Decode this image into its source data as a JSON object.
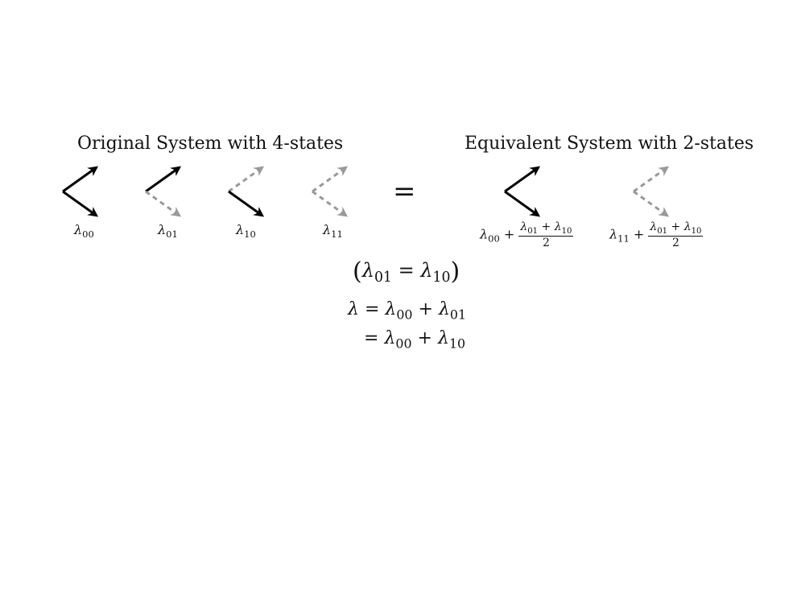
{
  "titles": {
    "left": "Original System with 4-states",
    "right": "Equivalent System with 2-states"
  },
  "colors": {
    "solid": "#000000",
    "dashed": "#999999"
  },
  "states_original": [
    {
      "label": "λ",
      "sub": "00",
      "up": "solid",
      "down": "solid"
    },
    {
      "label": "λ",
      "sub": "01",
      "up": "solid",
      "down": "dashed"
    },
    {
      "label": "λ",
      "sub": "10",
      "up": "dashed",
      "down": "solid"
    },
    {
      "label": "λ",
      "sub": "11",
      "up": "dashed",
      "down": "dashed"
    }
  ],
  "equals_sign": "=",
  "states_equivalent": [
    {
      "prefix": "λ",
      "prefix_sub": "00",
      "plus": "+",
      "num_a": "λ",
      "num_a_sub": "01",
      "num_op": "+",
      "num_b": "λ",
      "num_b_sub": "10",
      "den": "2",
      "up": "solid",
      "down": "solid"
    },
    {
      "prefix": "λ",
      "prefix_sub": "11",
      "plus": "+",
      "num_a": "λ",
      "num_a_sub": "01",
      "num_op": "+",
      "num_b": "λ",
      "num_b_sub": "10",
      "den": "2",
      "up": "dashed",
      "down": "dashed"
    }
  ],
  "equations": {
    "condition": {
      "open": "(",
      "a": "λ",
      "a_sub": "01",
      "op": "=",
      "b": "λ",
      "b_sub": "10",
      "close": ")"
    },
    "line1": {
      "lhs": "λ",
      "eq": "=",
      "a": "λ",
      "a_sub": "00",
      "op": "+",
      "b": "λ",
      "b_sub": "01"
    },
    "line2": {
      "eq": "=",
      "a": "λ",
      "a_sub": "00",
      "op": "+",
      "b": "λ",
      "b_sub": "10"
    }
  }
}
